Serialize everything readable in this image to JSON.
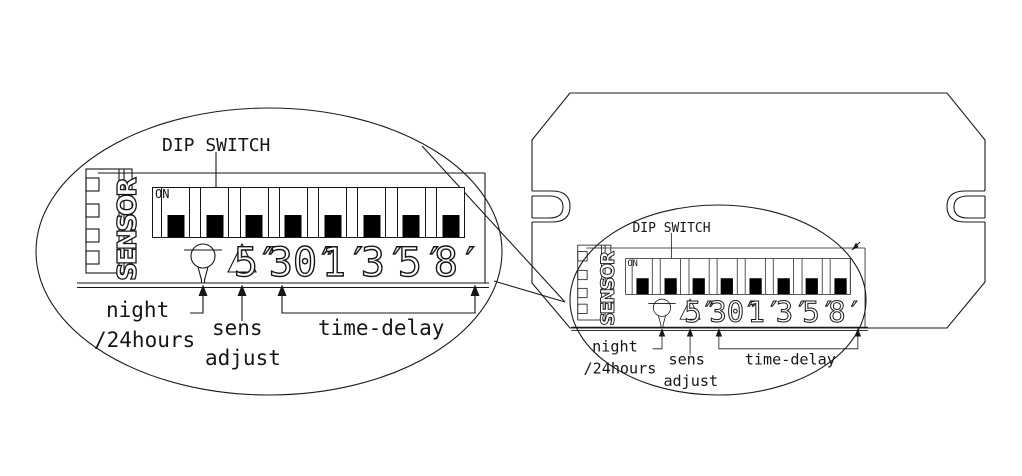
{
  "colors": {
    "background": "#ffffff",
    "line": "#1c1c1c",
    "switch_handle": "#000000"
  },
  "panel": {
    "dip_switch_label": "DIP SWITCH",
    "on_label": "ON",
    "sensor_label": "SENSOR",
    "time_values": [
      "5″",
      "30″",
      "1′",
      "3′",
      "5′",
      "8′"
    ],
    "switches": {
      "count": 8,
      "states": [
        "down",
        "down",
        "down",
        "down",
        "down",
        "down",
        "down",
        "down"
      ]
    },
    "annotations": {
      "night_line1": "night",
      "night_line2": "/24hours",
      "sens_line1": "sens",
      "sens_line2": "adjust",
      "time_delay": "time-delay"
    }
  },
  "views": {
    "magnified": "magnified sensor panel callout",
    "device": "device overview with sensor panel"
  }
}
